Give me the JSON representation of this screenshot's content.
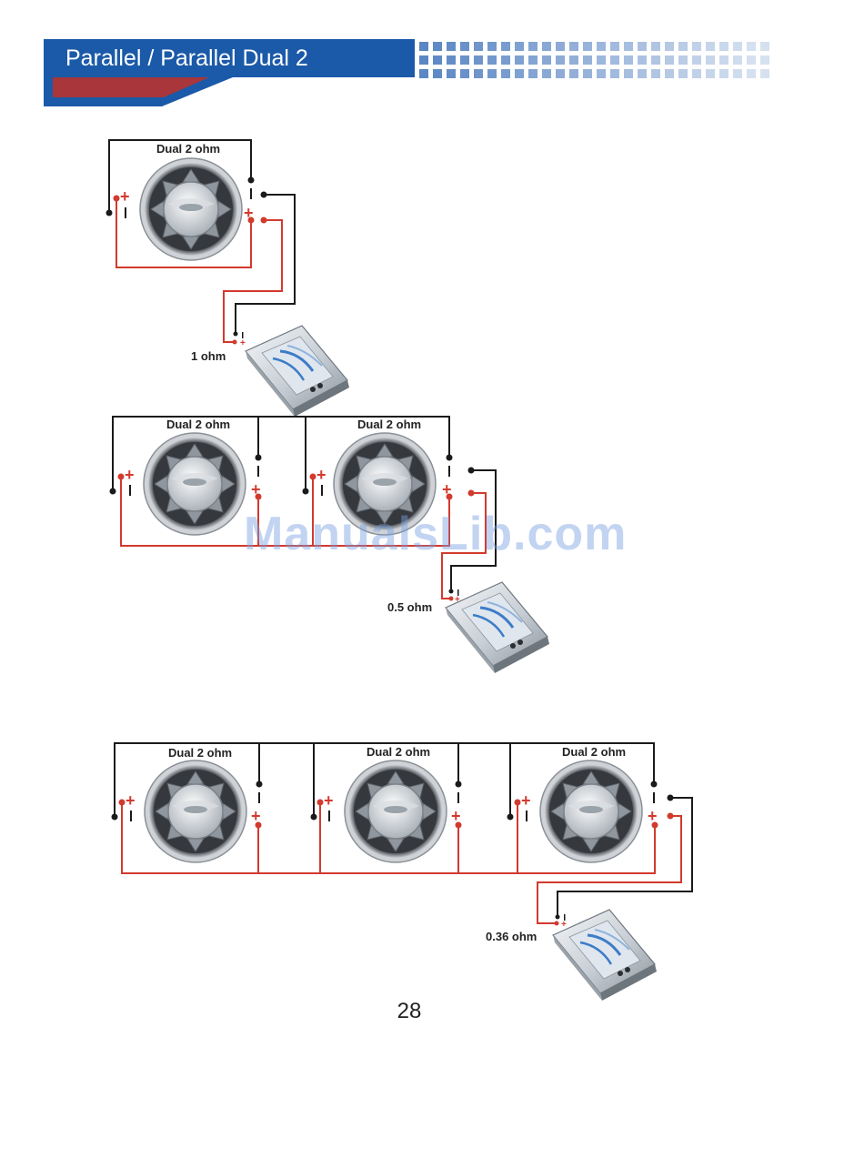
{
  "header": {
    "title": "Parallel / Parallel Dual 2",
    "colors": {
      "band": "#1b5aa8",
      "stripe": "#a8363b",
      "tiles": "#5b86c4"
    }
  },
  "sections": [
    {
      "speakers": [
        {
          "label": "Dual 2 ohm"
        }
      ],
      "amp_label": "1 ohm"
    },
    {
      "speakers": [
        {
          "label": "Dual 2 ohm"
        },
        {
          "label": "Dual 2 ohm"
        }
      ],
      "amp_label": "0.5 ohm"
    },
    {
      "speakers": [
        {
          "label": "Dual 2 ohm"
        },
        {
          "label": "Dual 2 ohm"
        },
        {
          "label": "Dual 2 ohm"
        }
      ],
      "amp_label": "0.36 ohm"
    }
  ],
  "wire_colors": {
    "positive": "#d23a2e",
    "negative": "#1a1a1a"
  },
  "terminal_icons": {
    "positive": "plus-sign-icon",
    "negative": "minus-sign-icon"
  },
  "watermark": "ManualsLib.com",
  "page_number": "28"
}
